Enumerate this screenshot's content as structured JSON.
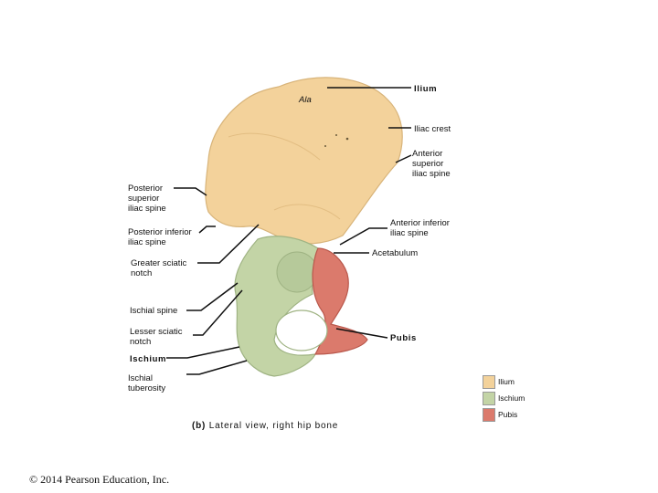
{
  "labels": {
    "ilium": "Ilium",
    "ala": "Ala",
    "iliac_crest": "Iliac crest",
    "asis": "Anterior\nsuperior\niliac spine",
    "psis": "Posterior\nsuperior\niliac spine",
    "aiis": "Anterior inferior\niliac spine",
    "piis": "Posterior inferior\niliac spine",
    "acetabulum": "Acetabulum",
    "greater_sciatic_notch": "Greater sciatic\nnotch",
    "ischial_spine": "Ischial spine",
    "lesser_sciatic_notch": "Lesser sciatic\nnotch",
    "pubis": "Pubis",
    "ischium": "Ischium",
    "ischial_tuberosity": "Ischial\ntuberosity"
  },
  "caption": {
    "part": "(b)",
    "text": "Lateral view, right hip bone"
  },
  "legend": [
    {
      "label": "Ilium",
      "color": "#f3d29b"
    },
    {
      "label": "Ischium",
      "color": "#c3d4a6"
    },
    {
      "label": "Pubis",
      "color": "#db7a6c"
    }
  ],
  "copyright": "© 2014 Pearson Education, Inc."
}
